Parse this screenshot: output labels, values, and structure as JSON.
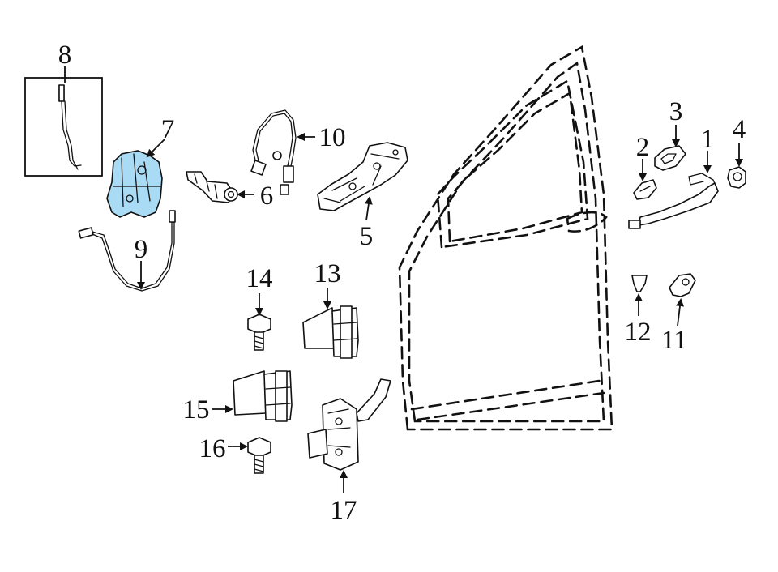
{
  "diagram": {
    "highlight_color": "#a9dbf5",
    "line_color": "#111111",
    "callouts": [
      {
        "id": "c1",
        "text": "1"
      },
      {
        "id": "c2",
        "text": "2"
      },
      {
        "id": "c3",
        "text": "3"
      },
      {
        "id": "c4",
        "text": "4"
      },
      {
        "id": "c5",
        "text": "5"
      },
      {
        "id": "c6",
        "text": "6"
      },
      {
        "id": "c7",
        "text": "7"
      },
      {
        "id": "c8",
        "text": "8"
      },
      {
        "id": "c9",
        "text": "9"
      },
      {
        "id": "c10",
        "text": "10"
      },
      {
        "id": "c11",
        "text": "11"
      },
      {
        "id": "c12",
        "text": "12"
      },
      {
        "id": "c13",
        "text": "13"
      },
      {
        "id": "c14",
        "text": "14"
      },
      {
        "id": "c15",
        "text": "15"
      },
      {
        "id": "c16",
        "text": "16"
      },
      {
        "id": "c17",
        "text": "17"
      }
    ]
  }
}
